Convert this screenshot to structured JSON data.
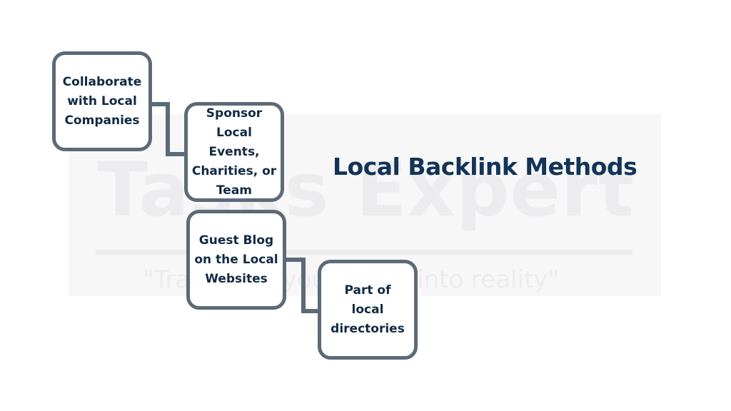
{
  "title": "Local Backlink Methods",
  "watermark": {
    "logo": "Tasks Expert",
    "tagline": "\"Transform your ideas into reality\""
  },
  "methods": [
    {
      "label": "Collaborate\nwith Local\nCompanies"
    },
    {
      "label": "Sponsor\nLocal Events,\nCharities, or\nTeam"
    },
    {
      "label": "Guest Blog\non the Local\nWebsites"
    },
    {
      "label": "Part of\nlocal\ndirectories"
    }
  ],
  "colors": {
    "box_border": "#5d6a78",
    "text": "#102a43",
    "title": "#123456"
  }
}
